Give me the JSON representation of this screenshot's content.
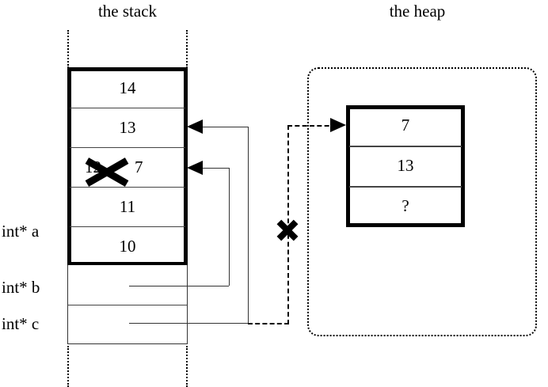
{
  "titles": {
    "stack": "the stack",
    "heap": "the heap"
  },
  "stack": {
    "frame_cells": [
      {
        "value": "14",
        "struck": false
      },
      {
        "value": "13",
        "struck": false
      },
      {
        "value": "7",
        "struck": true,
        "old_value": "12"
      },
      {
        "value": "11",
        "struck": false
      },
      {
        "value": "10",
        "struck": false
      }
    ],
    "variables": [
      {
        "label": "int* a",
        "cell_value": "10"
      },
      {
        "label": "int* b",
        "cell_value": ""
      },
      {
        "label": "int* c",
        "cell_value": ""
      }
    ]
  },
  "heap": {
    "cells": [
      {
        "value": "7"
      },
      {
        "value": "13"
      },
      {
        "value": "?"
      }
    ]
  },
  "annotations": {
    "strike_old_stack_value": "12",
    "struck_pointer_label": "X",
    "invalid_pointer_note": "X"
  },
  "colors": {
    "ink": "#000000",
    "rule": "#444444",
    "background": "#ffffff"
  }
}
